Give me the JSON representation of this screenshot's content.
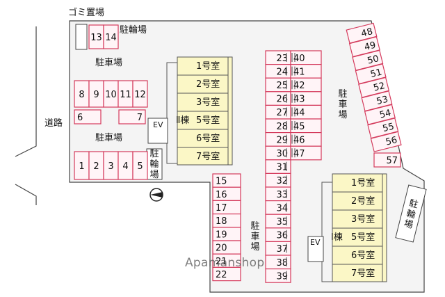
{
  "labels": {
    "garbage": "ゴミ置場",
    "bike_top": "駐輪場",
    "bike_mid": "駐輪場",
    "bike_right": "駐輪場",
    "parking_top": "駐車場",
    "parking_mid": "駐車場",
    "parking_right": "駐車場",
    "parking_center": "駐車場",
    "road": "道路",
    "ev": "EV",
    "ev2": "EV",
    "watermark": "Apamanshop"
  },
  "building_ii": {
    "name": "Ⅱ棟",
    "rooms": [
      "1号室",
      "2号室",
      "3号室",
      "5号室",
      "6号室",
      "7号室"
    ]
  },
  "building_i": {
    "name": "Ⅰ棟",
    "rooms": [
      "1号室",
      "2号室",
      "3号室",
      "5号室",
      "6号室",
      "7号室"
    ]
  },
  "spaces": {
    "a": [
      "13",
      "14"
    ],
    "b": [
      "8",
      "9",
      "10",
      "11",
      "12"
    ],
    "c": [
      "6",
      "7"
    ],
    "d": [
      "1",
      "2",
      "3",
      "4",
      "5"
    ],
    "e": [
      "15",
      "16",
      "17",
      "18",
      "19",
      "20",
      "21",
      "22"
    ],
    "f": [
      "23",
      "24",
      "25",
      "26",
      "27",
      "28",
      "29",
      "30",
      "31",
      "32",
      "33",
      "34",
      "35",
      "36",
      "37",
      "38",
      "39"
    ],
    "g": [
      "40",
      "41",
      "42",
      "43",
      "44",
      "45",
      "46",
      "47"
    ],
    "h": [
      "48",
      "49",
      "50",
      "51",
      "52",
      "53",
      "54",
      "55",
      "56"
    ],
    "i": [
      "57"
    ]
  },
  "colors": {
    "pink": "#d43a5c",
    "fill": "#fff4f7",
    "building": "#fbf7c6",
    "lot": "#f3f3f3"
  }
}
